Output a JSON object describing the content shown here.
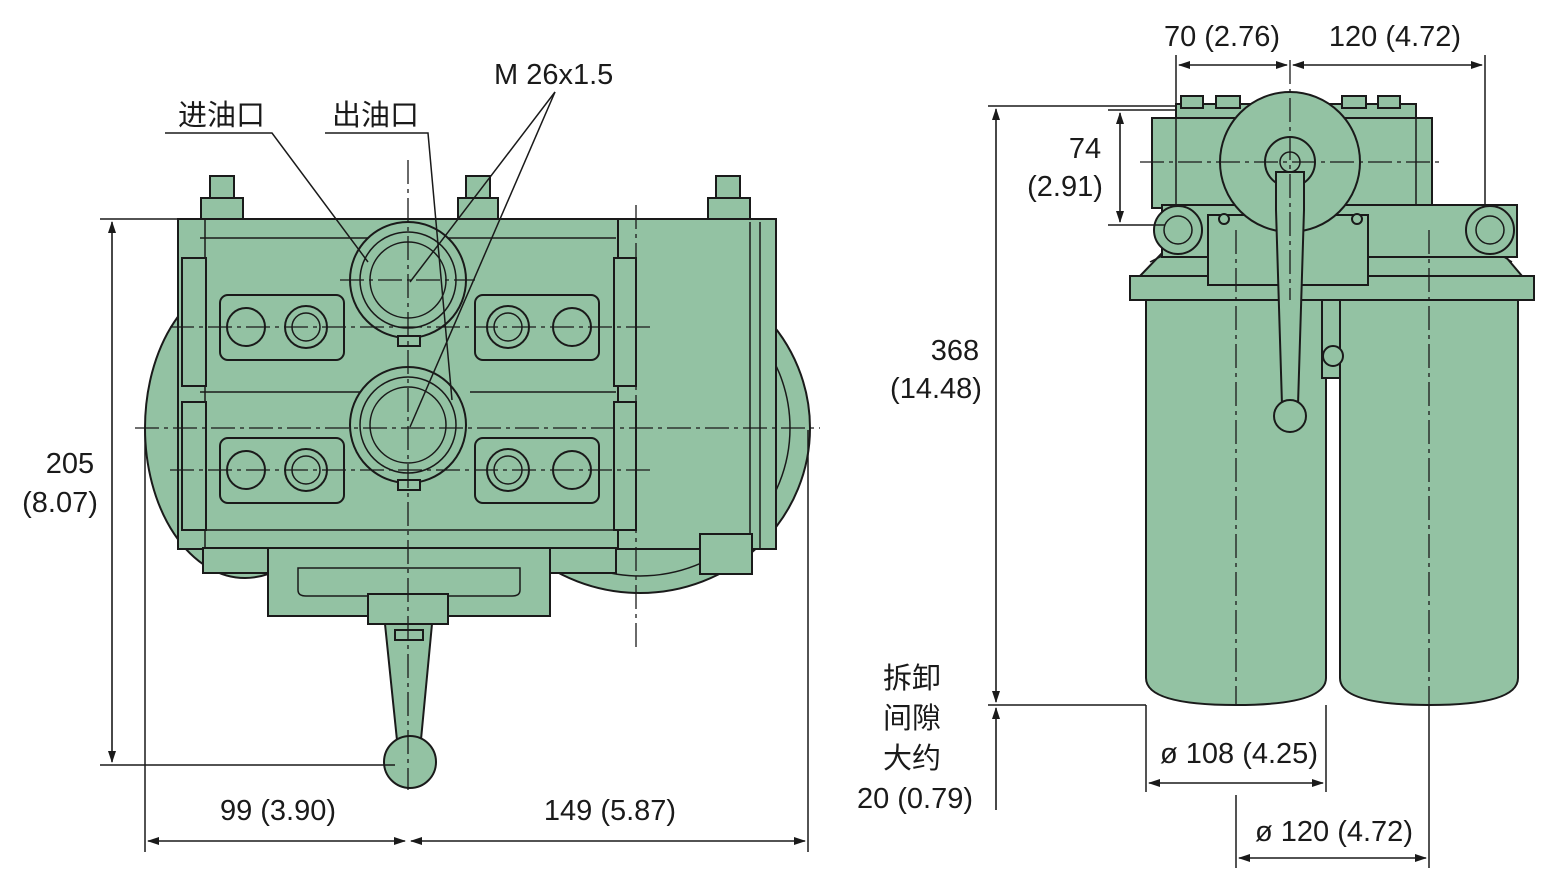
{
  "front_view": {
    "inlet_label": "进油口",
    "outlet_label": "出油口",
    "thread_label": "M 26x1.5",
    "height_dim": "205",
    "height_dim_in": "(8.07)",
    "left_width_dim": "99 (3.90)",
    "right_width_dim": "149 (5.87)"
  },
  "side_view": {
    "top_left_dim": "70 (2.76)",
    "top_right_dim": "120 (4.72)",
    "mount_height_dim": "74",
    "mount_height_dim_in": "(2.91)",
    "total_height_dim": "368",
    "total_height_dim_in": "(14.48)",
    "clearance_line1": "拆卸",
    "clearance_line2": "间隙",
    "clearance_line3": "大约",
    "clearance_value": "20 (0.79)",
    "bowl_dia_dim": "ø 108 (4.25)",
    "spacing_dim": "ø 120 (4.72)"
  },
  "colors": {
    "part_fill": "#93c2a3",
    "line": "#1a1a1a",
    "background": "#ffffff"
  }
}
